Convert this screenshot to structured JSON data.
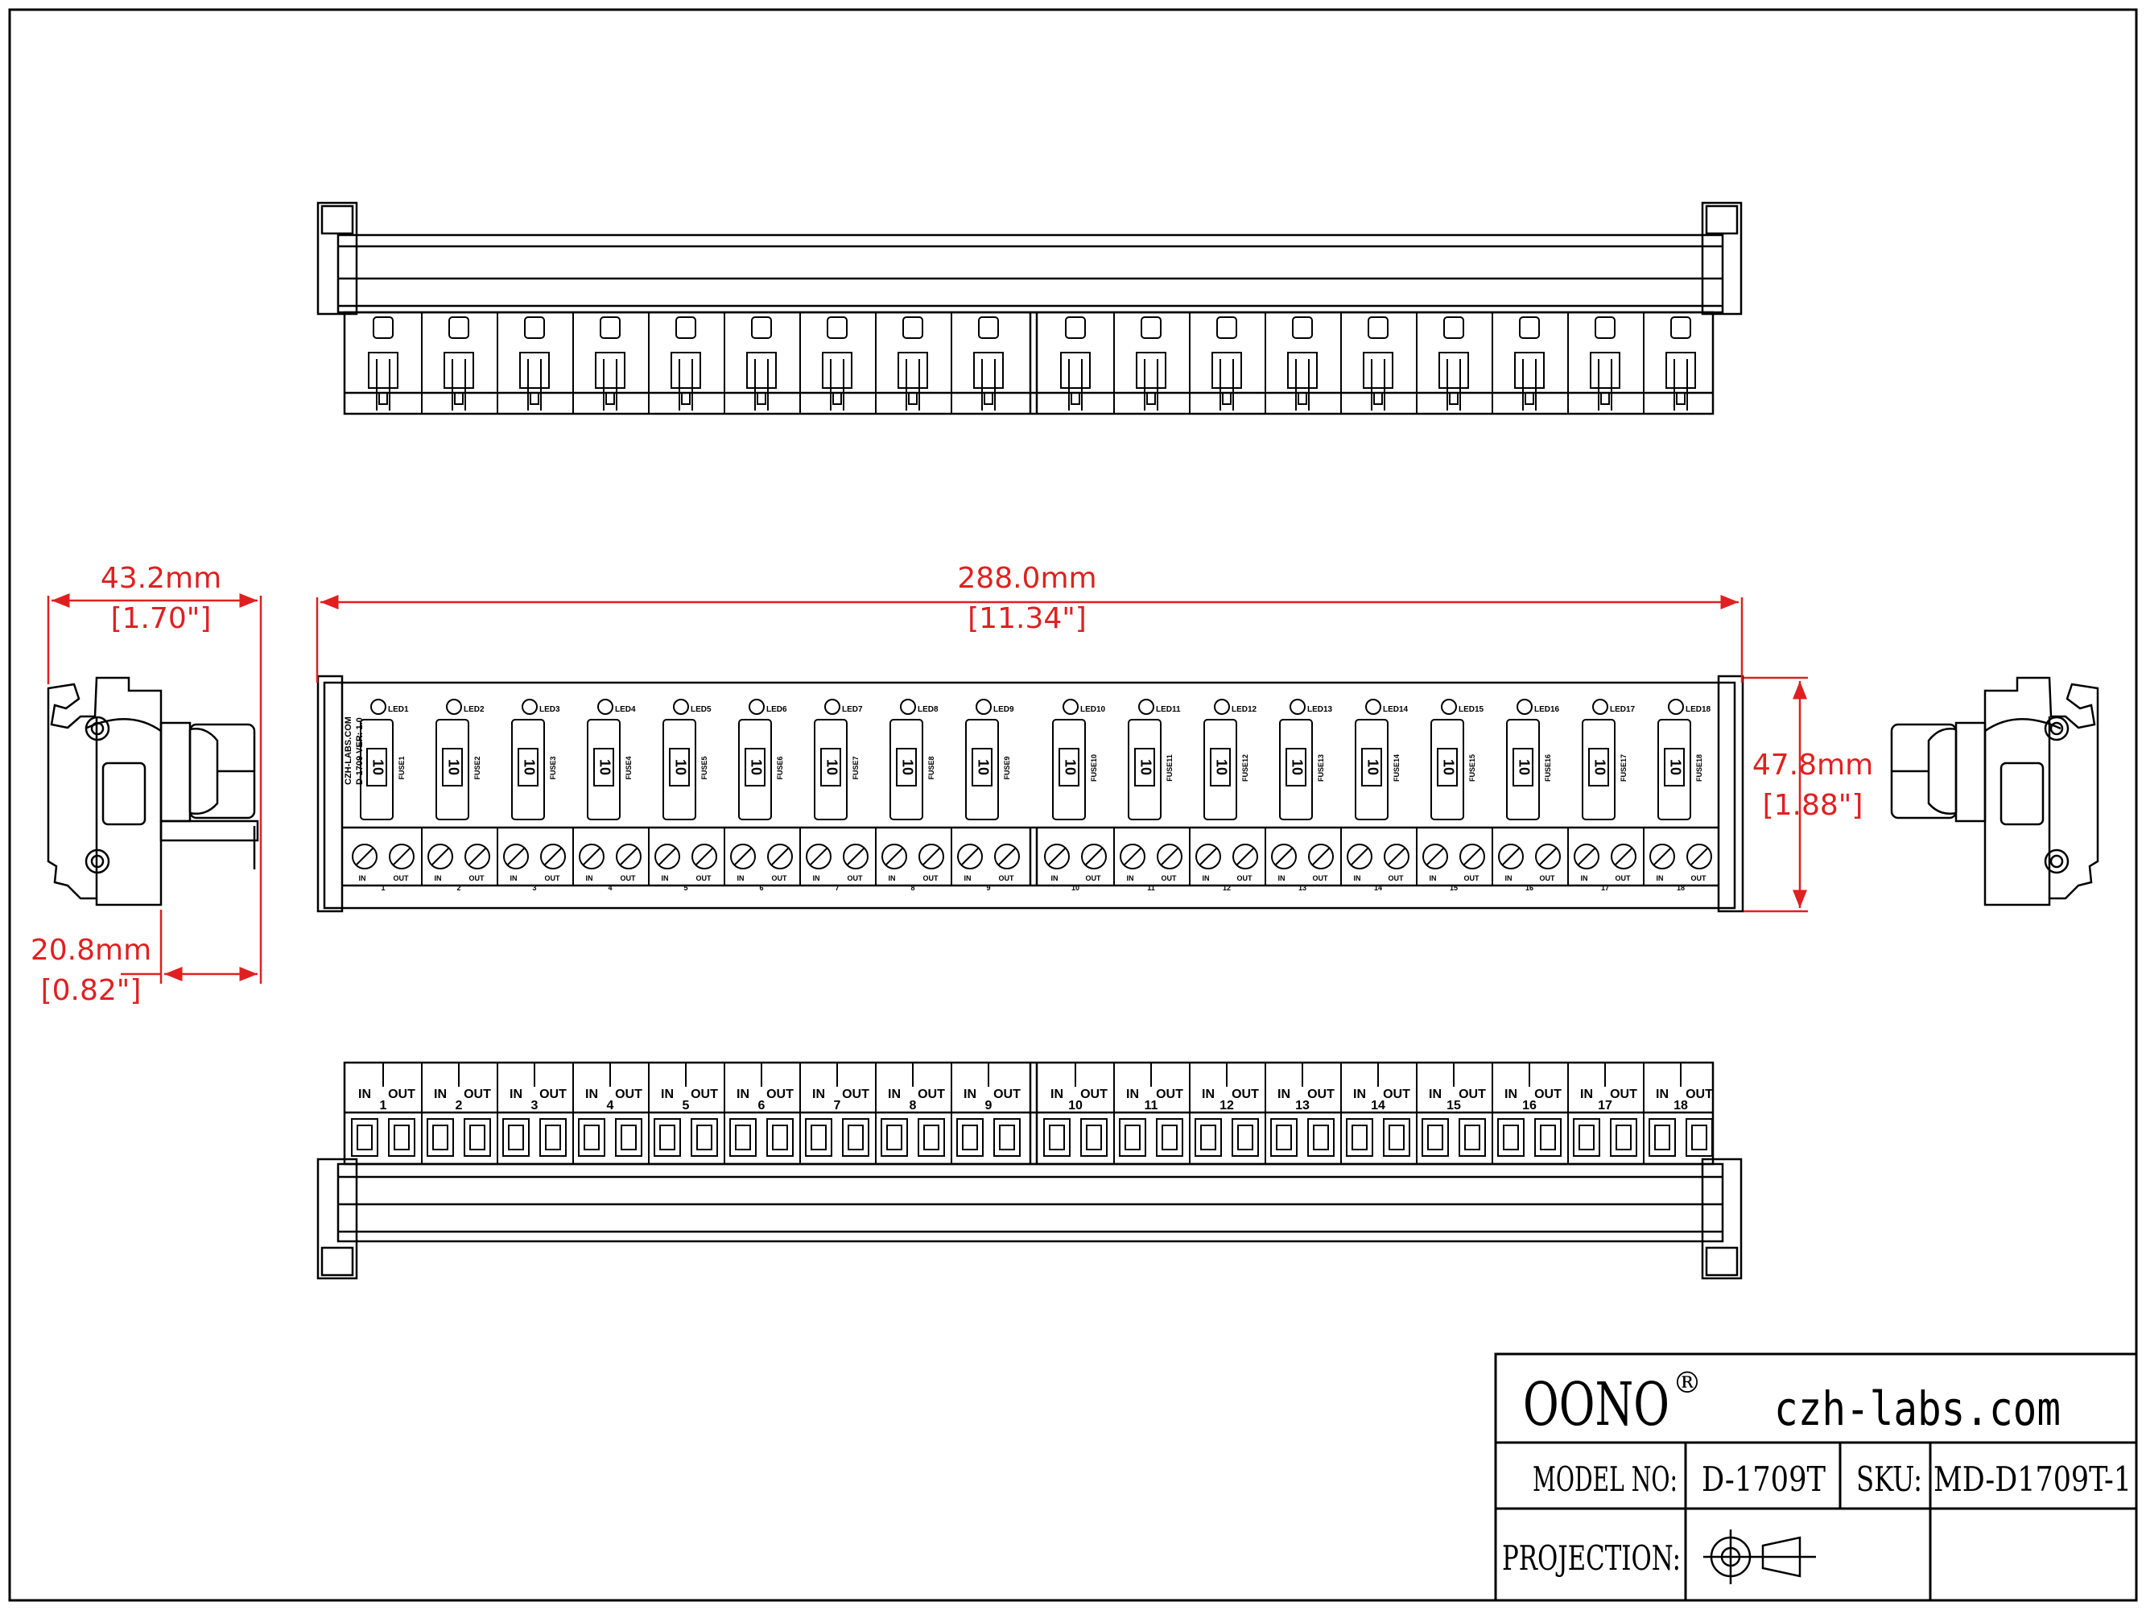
{
  "dimensions": {
    "side_width_mm": "43.2mm",
    "side_width_in": "[1.70\"]",
    "front_width_mm": "288.0mm",
    "front_width_in": "[11.34\"]",
    "height_mm": "47.8mm",
    "height_in": "[1.88\"]",
    "rail_depth_mm": "20.8mm",
    "rail_depth_in": "[0.82\"]"
  },
  "board": {
    "company": "CZH-LABS.COM",
    "version": "D-1709 VER: 1.0",
    "fuse_rating": "10",
    "channel_count": 18,
    "led_labels": [
      "LED1",
      "LED2",
      "LED3",
      "LED4",
      "LED5",
      "LED6",
      "LED7",
      "LED8",
      "LED9",
      "LED10",
      "LED11",
      "LED12",
      "LED13",
      "LED14",
      "LED15",
      "LED16",
      "LED17",
      "LED18"
    ],
    "fuse_labels": [
      "FUSE1",
      "FUSE2",
      "FUSE3",
      "FUSE4",
      "FUSE5",
      "FUSE6",
      "FUSE7",
      "FUSE8",
      "FUSE9",
      "FUSE10",
      "FUSE11",
      "FUSE12",
      "FUSE13",
      "FUSE14",
      "FUSE15",
      "FUSE16",
      "FUSE17",
      "FUSE18"
    ],
    "channel_numbers": [
      "1",
      "2",
      "3",
      "4",
      "5",
      "6",
      "7",
      "8",
      "9",
      "10",
      "11",
      "12",
      "13",
      "14",
      "15",
      "16",
      "17",
      "18"
    ],
    "in_label": "IN",
    "out_label": "OUT"
  },
  "title_block": {
    "brand": "OONO",
    "brand_mark": "®",
    "website": "czh-labs.com",
    "model_label": "MODEL NO:",
    "model_value": "D-1709T",
    "sku_label": "SKU:",
    "sku_value": "MD-D1709T-1",
    "projection_label": "PROJECTION:"
  },
  "colors": {
    "line": "#000000",
    "dimension": "#e02020",
    "background": "#ffffff"
  }
}
